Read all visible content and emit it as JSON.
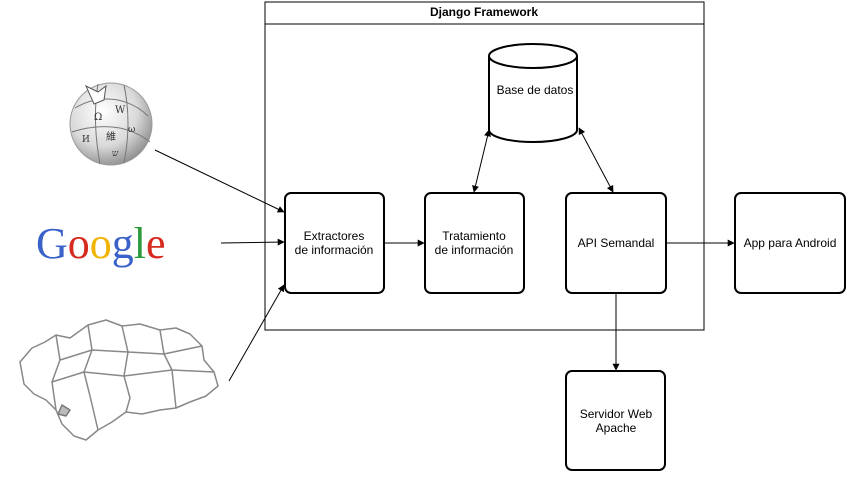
{
  "framework": {
    "title": "Django Framework"
  },
  "nodes": {
    "database": {
      "label": "Base de datos"
    },
    "extractors": {
      "line1": "Extractores",
      "line2": "de información"
    },
    "treatment": {
      "line1": "Tratamiento",
      "line2": "de información"
    },
    "api": {
      "label": "API Semandal"
    },
    "android": {
      "label": "App para Android"
    },
    "apache": {
      "line1": "Servidor Web",
      "line2": "Apache"
    }
  },
  "sources": {
    "wikipedia": {
      "icon": "wikipedia-globe-icon"
    },
    "google": {
      "icon": "google-logo",
      "letters": [
        "G",
        "o",
        "o",
        "g",
        "l",
        "e"
      ],
      "colors": [
        "#3b62c8",
        "#d62a1e",
        "#f0b400",
        "#3b62c8",
        "#2a9a3a",
        "#d62a1e"
      ]
    },
    "map": {
      "icon": "andalusia-map-icon"
    }
  }
}
